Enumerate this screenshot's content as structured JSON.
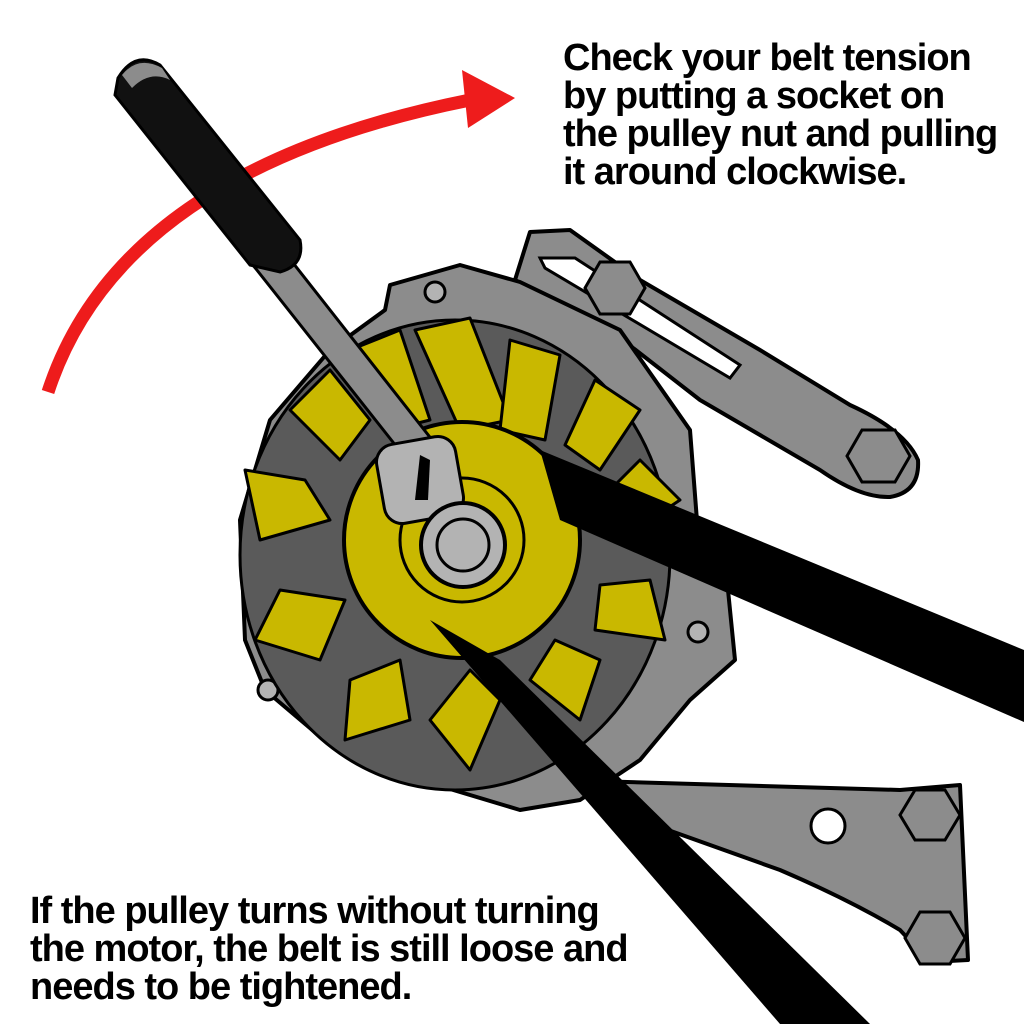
{
  "instructions": {
    "top_lines": [
      "Check your belt tension",
      "by putting a socket on",
      "the pulley nut and pulling",
      "it around clockwise."
    ],
    "bottom_lines": [
      "If the pulley turns without turning",
      "the motor, the belt is still loose and",
      "needs to be tightened."
    ]
  },
  "colors": {
    "arrow": "#ee1c1c",
    "pulley": "#c9b800",
    "metal": "#8c8c8c",
    "metal_light": "#b3b3b3",
    "belt": "#000000",
    "handle": "#111111"
  },
  "icons": {
    "direction": "clockwise-arrow-icon",
    "tool": "ratchet-wrench-icon",
    "pulley": "pulley-fan-icon"
  }
}
